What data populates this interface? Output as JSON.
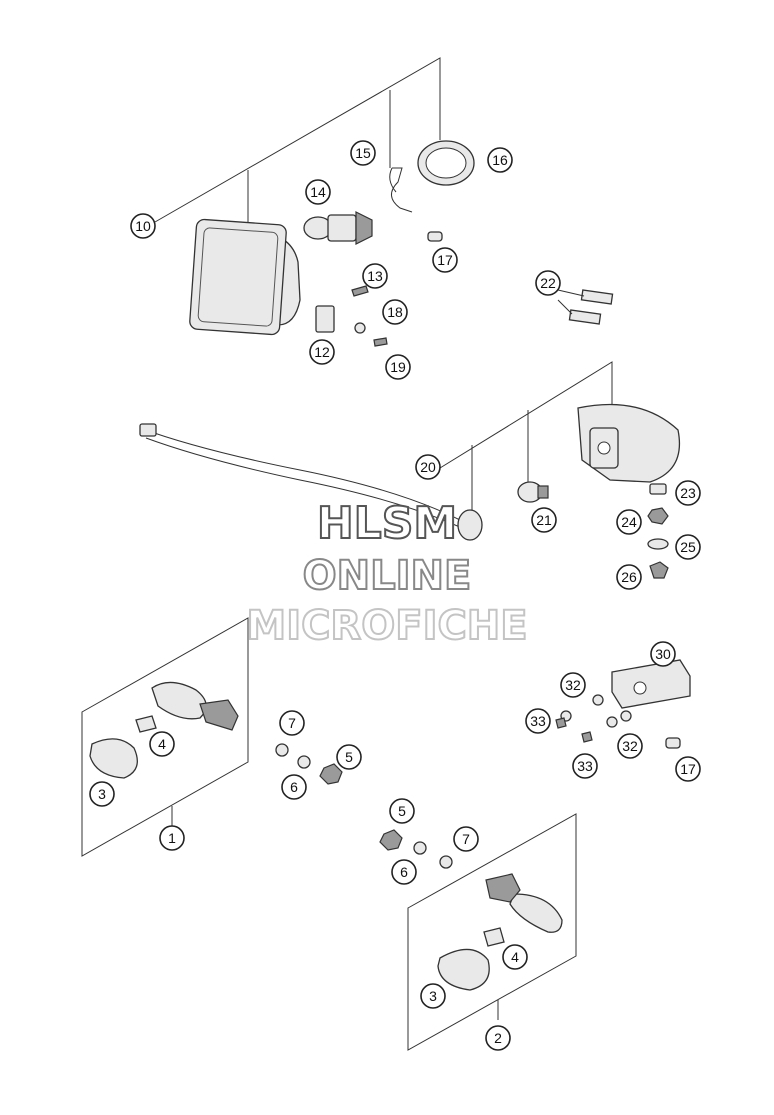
{
  "callouts": {
    "c1": "1",
    "c2": "2",
    "c3a": "3",
    "c3b": "3",
    "c4a": "4",
    "c4b": "4",
    "c5a": "5",
    "c5b": "5",
    "c6a": "6",
    "c6b": "6",
    "c7a": "7",
    "c7b": "7",
    "c10": "10",
    "c12": "12",
    "c13": "13",
    "c14": "14",
    "c15": "15",
    "c16": "16",
    "c17a": "17",
    "c17b": "17",
    "c18": "18",
    "c19": "19",
    "c20": "20",
    "c21": "21",
    "c22": "22",
    "c23": "23",
    "c24": "24",
    "c25": "25",
    "c26": "26",
    "c30": "30",
    "c32a": "32",
    "c32b": "32",
    "c33a": "33",
    "c33b": "33"
  },
  "watermark": {
    "line1": "HLSM",
    "line2": "ONLINE",
    "line3": "MICROFICHE"
  }
}
